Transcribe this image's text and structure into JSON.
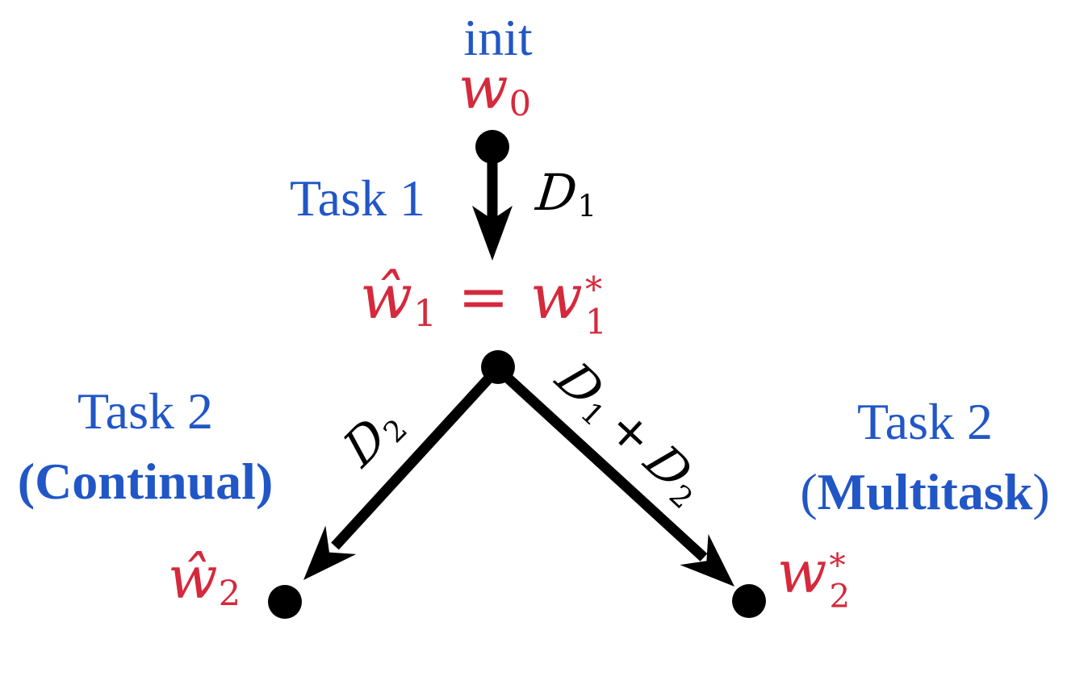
{
  "colors": {
    "task_blue": "#2156c6",
    "weight_red": "#d5293c",
    "diagram_black": "#000000",
    "background": "#ffffff"
  },
  "init": {
    "label": "init"
  },
  "weights": {
    "w0": {
      "base": "w",
      "sub": "0"
    },
    "w1_equation": {
      "lhs_base": "ŵ",
      "lhs_sub": "1",
      "equals": "=",
      "rhs_base": "w",
      "rhs_sup": "*",
      "rhs_sub": "1"
    },
    "w2_continual": {
      "base": "ŵ",
      "sub": "2"
    },
    "w2_multitask": {
      "base": "w",
      "sup": "*",
      "sub": "2"
    }
  },
  "tasks": {
    "task1": {
      "label": "Task 1"
    },
    "task2_continual": {
      "line1": "Task 2",
      "paren_open": "(",
      "word": "Continual",
      "paren_close": ")"
    },
    "task2_multitask": {
      "line1": "Task 2",
      "paren_open": "(",
      "word": "Multitask",
      "paren_close": ")"
    }
  },
  "datasets": {
    "d1": {
      "base": "D",
      "sub": "1"
    },
    "d2": {
      "base": "D",
      "sub": "2"
    },
    "d1_plus_d2": {
      "base1": "D",
      "sub1": "1",
      "plus": "+",
      "base2": "D",
      "sub2": "2"
    }
  }
}
